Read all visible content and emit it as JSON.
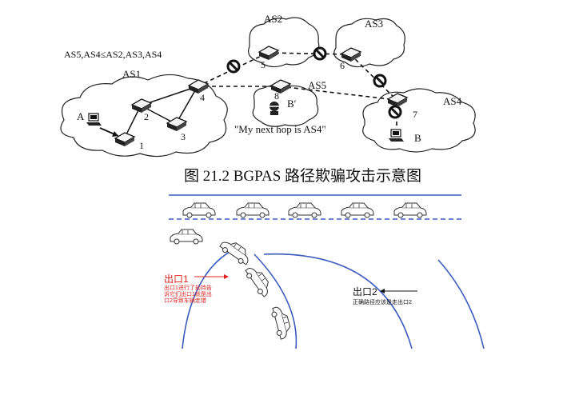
{
  "top_diagram": {
    "inequality": "AS5,AS4≤AS2,AS3,AS4",
    "as_labels": {
      "as1": "AS1",
      "as2": "AS2",
      "as3": "AS3",
      "as4": "AS4",
      "as5": "AS5"
    },
    "router_labels": {
      "r1": "1",
      "r2": "2",
      "r3": "3",
      "r4": "4",
      "r5": "5",
      "r6": "6",
      "r7": "7",
      "r8": "8"
    },
    "host_labels": {
      "a": "A",
      "b": "B",
      "b_prime": "B′"
    },
    "quote": "\"My next hop is AS4\"",
    "caption": "图 21.2 BGPAS 路径欺骗攻击示意图"
  },
  "bottom_diagram": {
    "exit1_title": "出口1",
    "exit1_desc": "出口1进行了劫持告诉它们出口1就是出口2导致车辆走错",
    "exit2_title": "出口2",
    "exit2_desc": "正确路径应该是走出口2"
  }
}
